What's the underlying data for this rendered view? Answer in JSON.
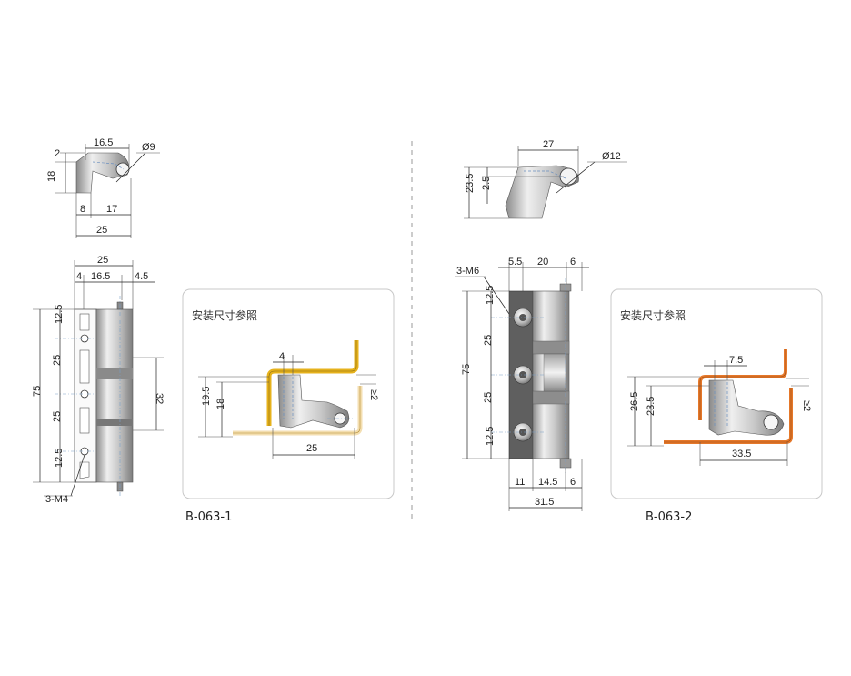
{
  "colors": {
    "metal_light": "#e8e8e8",
    "metal_mid": "#b9b9b9",
    "metal_dark": "#7d7d7d",
    "panel_yellow": "#e6b21c",
    "panel_yellow_light": "#f3deb0",
    "panel_orange": "#e5782a",
    "panel_orange_light": "#f1b27e",
    "divider": "#9a9a9a",
    "box_border": "#c8c8c8"
  },
  "left": {
    "model": "B-063-1",
    "box_title": "安装尺寸参照",
    "top_view": {
      "w1": "16.5",
      "dia": "Ø9",
      "h_small": "2",
      "h": "18",
      "b1": "8",
      "b2": "17",
      "total": "25"
    },
    "front_view": {
      "top_total": "25",
      "t1": "4",
      "t2": "16.5",
      "t3": "4.5",
      "l_total": "75",
      "l1": "12.5",
      "l2": "25",
      "l3": "25",
      "l4": "12.5",
      "r_gap": "32",
      "screw": "3-M4"
    },
    "install": {
      "a": "4",
      "h1": "19.5",
      "h2": "18",
      "gap": "≥2",
      "w": "25"
    }
  },
  "right": {
    "model": "B-063-2",
    "box_title": "安装尺寸参照",
    "top_view": {
      "w": "27",
      "dia": "Ø12",
      "h": "23.5",
      "h_small": "2.5"
    },
    "front_view": {
      "screw": "3-M6",
      "t1": "5.5",
      "t2": "20",
      "t3": "6",
      "l_total": "75",
      "l1": "12.5",
      "l2": "25",
      "l3": "25",
      "l4": "12.5",
      "b1": "11",
      "b2": "14.5",
      "b3": "6",
      "b_total": "31.5"
    },
    "install": {
      "a": "7.5",
      "h1": "26.5",
      "h2": "23.5",
      "gap": "≥2",
      "w": "33.5"
    }
  }
}
